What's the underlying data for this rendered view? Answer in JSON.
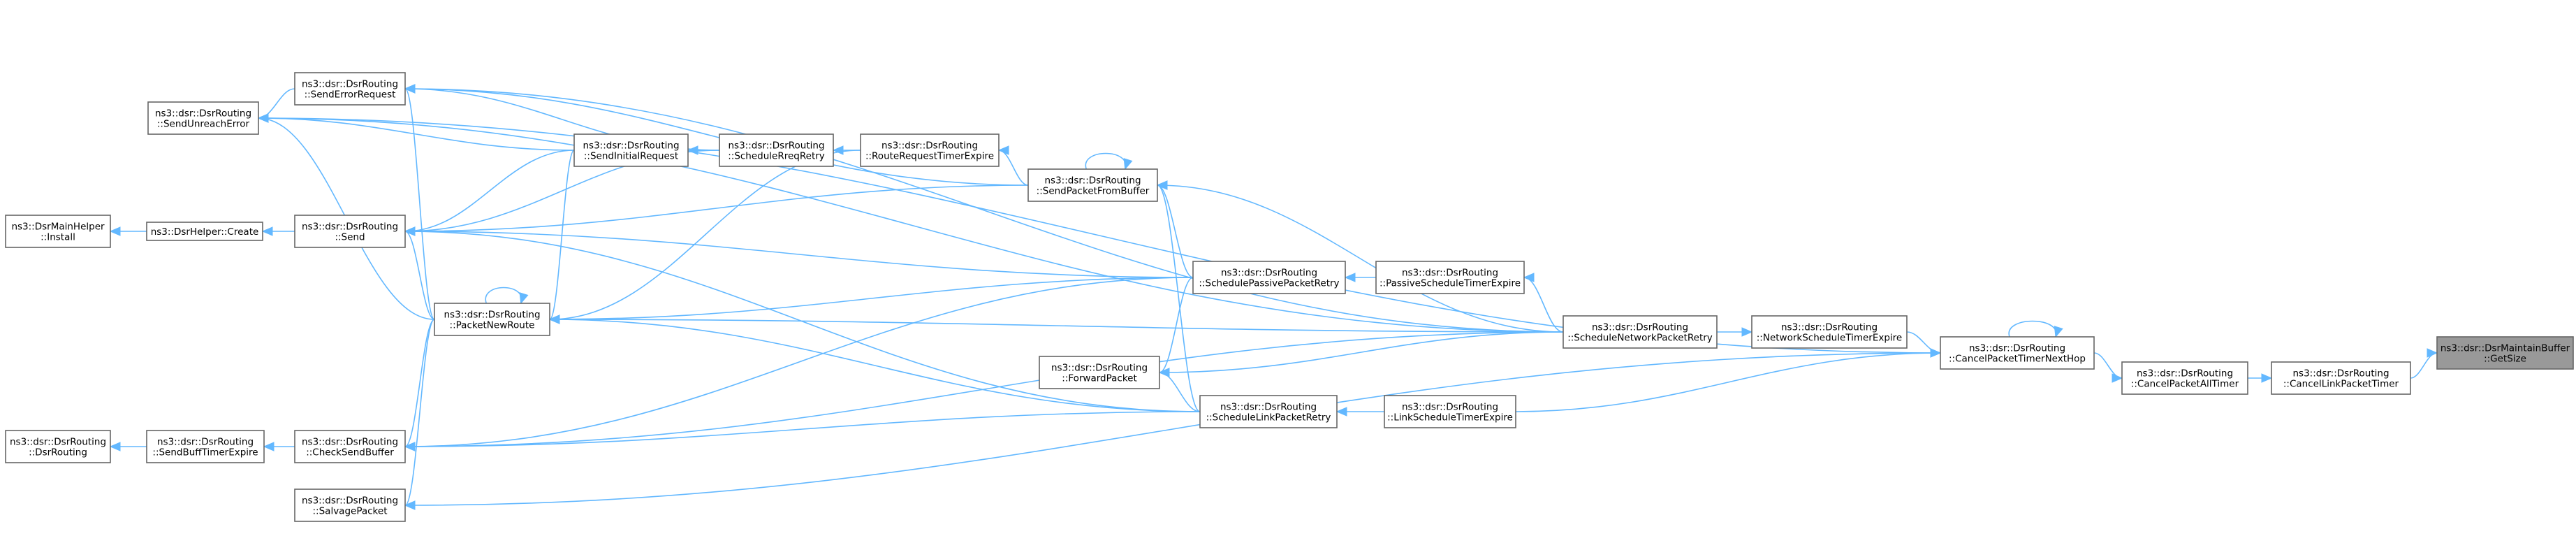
{
  "nodes": {
    "getsize": [
      "ns3::dsr::DsrMaintainBuffer",
      "::GetSize"
    ],
    "cancelLinkPacketTimer": [
      "ns3::dsr::DsrRouting",
      "::CancelLinkPacketTimer"
    ],
    "cancelPacketAllTimer": [
      "ns3::dsr::DsrRouting",
      "::CancelPacketAllTimer"
    ],
    "cancelPacketTimerNextHop": [
      "ns3::dsr::DsrRouting",
      "::CancelPacketTimerNextHop"
    ],
    "networkScheduleTimerExpire": [
      "ns3::dsr::DsrRouting",
      "::NetworkScheduleTimerExpire"
    ],
    "scheduleNetworkPacketRetry": [
      "ns3::dsr::DsrRouting",
      "::ScheduleNetworkPacketRetry"
    ],
    "passiveScheduleTimerExpire": [
      "ns3::dsr::DsrRouting",
      "::PassiveScheduleTimerExpire"
    ],
    "linkScheduleTimerExpire": [
      "ns3::dsr::DsrRouting",
      "::LinkScheduleTimerExpire"
    ],
    "schedulePassivePacketRetry": [
      "ns3::dsr::DsrRouting",
      "::SchedulePassivePacketRetry"
    ],
    "scheduleLinkPacketRetry": [
      "ns3::dsr::DsrRouting",
      "::ScheduleLinkPacketRetry"
    ],
    "forwardPacket": [
      "ns3::dsr::DsrRouting",
      "::ForwardPacket"
    ],
    "sendPacketFromBuffer": [
      "ns3::dsr::DsrRouting",
      "::SendPacketFromBuffer"
    ],
    "routeRequestTimerExpire": [
      "ns3::dsr::DsrRouting",
      "::RouteRequestTimerExpire"
    ],
    "scheduleRreqRetry": [
      "ns3::dsr::DsrRouting",
      "::ScheduleRreqRetry"
    ],
    "sendInitialRequest": [
      "ns3::dsr::DsrRouting",
      "::SendInitialRequest"
    ],
    "packetNewRoute": [
      "ns3::dsr::DsrRouting",
      "::PacketNewRoute"
    ],
    "sendErrorRequest": [
      "ns3::dsr::DsrRouting",
      "::SendErrorRequest"
    ],
    "send": [
      "ns3::dsr::DsrRouting",
      "::Send"
    ],
    "checkSendBuffer": [
      "ns3::dsr::DsrRouting",
      "::CheckSendBuffer"
    ],
    "salvagePacket": [
      "ns3::dsr::DsrRouting",
      "::SalvagePacket"
    ],
    "sendUnreachError": [
      "ns3::dsr::DsrRouting",
      "::SendUnreachError"
    ],
    "dsrHelperCreate": [
      "ns3::DsrHelper::Create"
    ],
    "dsrMainHelperInstall": [
      "ns3::DsrMainHelper",
      "::Install"
    ],
    "sendBuffTimerExpire": [
      "ns3::dsr::DsrRouting",
      "::SendBuffTimerExpire"
    ],
    "dsrRouting": [
      "ns3::dsr::DsrRouting",
      "::DsrRouting"
    ]
  },
  "focus_node": "getsize",
  "edges": [
    [
      "cancelLinkPacketTimer",
      "getsize"
    ],
    [
      "cancelPacketAllTimer",
      "cancelLinkPacketTimer"
    ],
    [
      "cancelPacketTimerNextHop",
      "cancelPacketAllTimer"
    ],
    [
      "cancelPacketTimerNextHop",
      "cancelPacketTimerNextHop"
    ],
    [
      "cancelPacketTimerNextHop",
      "sendUnreachError"
    ],
    [
      "cancelPacketTimerNextHop",
      "salvagePacket"
    ],
    [
      "networkScheduleTimerExpire",
      "cancelPacketTimerNextHop"
    ],
    [
      "linkScheduleTimerExpire",
      "cancelPacketTimerNextHop"
    ],
    [
      "scheduleNetworkPacketRetry",
      "networkScheduleTimerExpire"
    ],
    [
      "scheduleNetworkPacketRetry",
      "passiveScheduleTimerExpire"
    ],
    [
      "scheduleNetworkPacketRetry",
      "sendPacketFromBuffer"
    ],
    [
      "scheduleNetworkPacketRetry",
      "sendErrorRequest"
    ],
    [
      "scheduleNetworkPacketRetry",
      "packetNewRoute"
    ],
    [
      "scheduleNetworkPacketRetry",
      "forwardPacket"
    ],
    [
      "scheduleNetworkPacketRetry",
      "checkSendBuffer"
    ],
    [
      "scheduleNetworkPacketRetry",
      "sendUnreachError"
    ],
    [
      "passiveScheduleTimerExpire",
      "schedulePassivePacketRetry"
    ],
    [
      "linkScheduleTimerExpire",
      "scheduleLinkPacketRetry"
    ],
    [
      "schedulePassivePacketRetry",
      "sendPacketFromBuffer"
    ],
    [
      "schedulePassivePacketRetry",
      "send"
    ],
    [
      "schedulePassivePacketRetry",
      "packetNewRoute"
    ],
    [
      "schedulePassivePacketRetry",
      "forwardPacket"
    ],
    [
      "schedulePassivePacketRetry",
      "checkSendBuffer"
    ],
    [
      "scheduleLinkPacketRetry",
      "sendPacketFromBuffer"
    ],
    [
      "scheduleLinkPacketRetry",
      "packetNewRoute"
    ],
    [
      "scheduleLinkPacketRetry",
      "forwardPacket"
    ],
    [
      "scheduleLinkPacketRetry",
      "checkSendBuffer"
    ],
    [
      "scheduleLinkPacketRetry",
      "send"
    ],
    [
      "sendPacketFromBuffer",
      "routeRequestTimerExpire"
    ],
    [
      "sendPacketFromBuffer",
      "sendPacketFromBuffer"
    ],
    [
      "sendPacketFromBuffer",
      "send"
    ],
    [
      "sendPacketFromBuffer",
      "sendErrorRequest"
    ],
    [
      "routeRequestTimerExpire",
      "scheduleRreqRetry"
    ],
    [
      "routeRequestTimerExpire",
      "packetNewRoute"
    ],
    [
      "scheduleRreqRetry",
      "sendInitialRequest"
    ],
    [
      "scheduleRreqRetry",
      "sendErrorRequest"
    ],
    [
      "scheduleRreqRetry",
      "send"
    ],
    [
      "sendInitialRequest",
      "sendUnreachError"
    ],
    [
      "sendInitialRequest",
      "send"
    ],
    [
      "sendInitialRequest",
      "packetNewRoute"
    ],
    [
      "packetNewRoute",
      "packetNewRoute"
    ],
    [
      "packetNewRoute",
      "sendErrorRequest"
    ],
    [
      "packetNewRoute",
      "send"
    ],
    [
      "packetNewRoute",
      "checkSendBuffer"
    ],
    [
      "packetNewRoute",
      "salvagePacket"
    ],
    [
      "packetNewRoute",
      "sendUnreachError"
    ],
    [
      "sendErrorRequest",
      "sendUnreachError"
    ],
    [
      "send",
      "dsrHelperCreate"
    ],
    [
      "dsrHelperCreate",
      "dsrMainHelperInstall"
    ],
    [
      "checkSendBuffer",
      "sendBuffTimerExpire"
    ],
    [
      "sendBuffTimerExpire",
      "dsrRouting"
    ]
  ]
}
